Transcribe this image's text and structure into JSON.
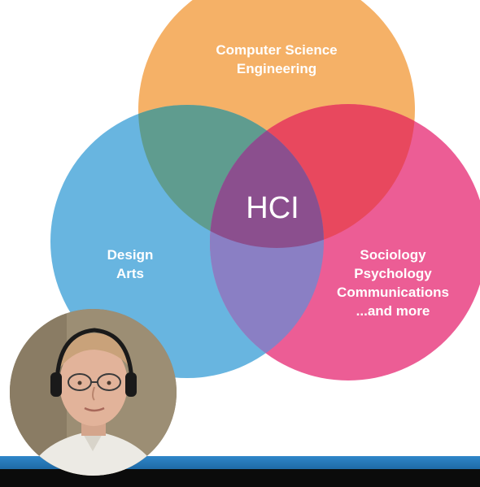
{
  "diagram": {
    "circles": [
      {
        "id": "top",
        "color": "#f5b167",
        "lines": [
          "Computer Science",
          "Engineering"
        ]
      },
      {
        "id": "left",
        "color": "#68b5e0",
        "lines": [
          "Design",
          "Arts"
        ]
      },
      {
        "id": "right",
        "color": "#ec5d95",
        "lines": [
          "Sociology",
          "Psychology",
          "Communications",
          "...and more"
        ]
      }
    ],
    "center_label": "HCI",
    "overlap_colors": {
      "top_left": "#5f9c8f",
      "top_right": "#e8485e",
      "left_right": "#8a7fc4",
      "center": "#8b4f8e"
    }
  },
  "presenter": {
    "webcam_icon": "presenter-webcam-photo",
    "headset_color": "#1a1a1a"
  },
  "footer": {
    "accent_color": "#2f86c9",
    "bar_color": "#0b0b0b"
  }
}
